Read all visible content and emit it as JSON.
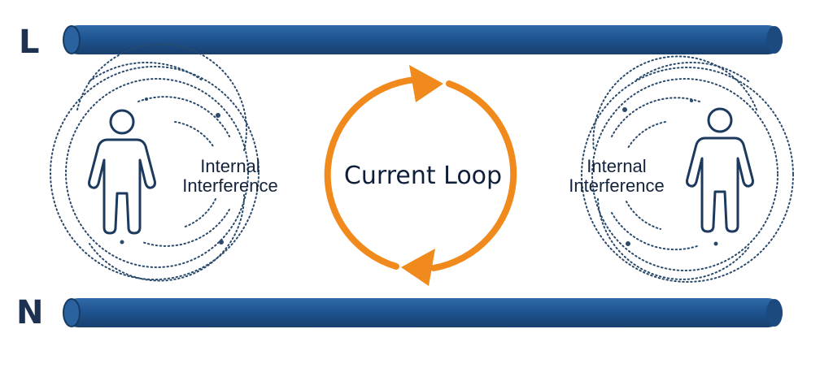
{
  "labels": {
    "live": "L",
    "neutral": "N",
    "center": "Current Loop",
    "left_interference": [
      "Internal",
      "Interference"
    ],
    "right_interference": [
      "Internal",
      "Interference"
    ]
  },
  "colors": {
    "conductor": "#1f5591",
    "conductor_dark": "#173f6e",
    "loop": "#f08a1c",
    "person": "#1c3a5e",
    "field": "#2a4a6b"
  },
  "icons": {
    "person": "person-icon",
    "loop": "circular-arrows-icon"
  }
}
